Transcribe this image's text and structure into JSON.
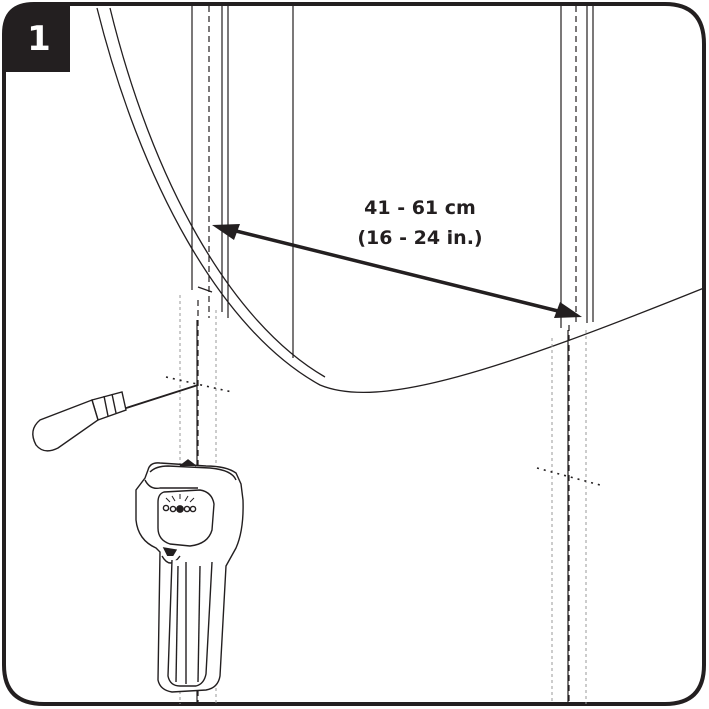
{
  "step": {
    "number": "1"
  },
  "measurement": {
    "metric": "41 - 61 cm",
    "imperial": "(16 - 24 in.)"
  },
  "colors": {
    "ink": "#231f20",
    "faint": "#9a9a9a",
    "background": "#ffffff"
  },
  "icons": {
    "screwdriver": "screwdriver-icon",
    "stud_finder": "stud-finder-icon"
  }
}
